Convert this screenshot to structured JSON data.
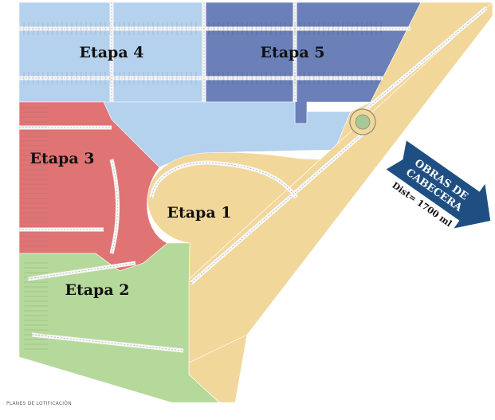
{
  "stages": [
    {
      "id": 1,
      "label": "Etapa 1",
      "color": "#f2d79a"
    },
    {
      "id": 2,
      "label": "Etapa 2",
      "color": "#b5d99a"
    },
    {
      "id": 3,
      "label": "Etapa 3",
      "color": "#e07474"
    },
    {
      "id": 4,
      "label": "Etapa 4",
      "color": "#b4d1ee"
    },
    {
      "id": 5,
      "label": "Etapa 5",
      "color": "#6b80b8"
    }
  ],
  "arrow": {
    "line1": "OBRAS DE",
    "line2": "CABECERA",
    "distance": "Dist= 1700 ml",
    "color": "#1f4f82"
  },
  "footer": {
    "text": "PLANES DE LOTIFICACIÓN"
  }
}
